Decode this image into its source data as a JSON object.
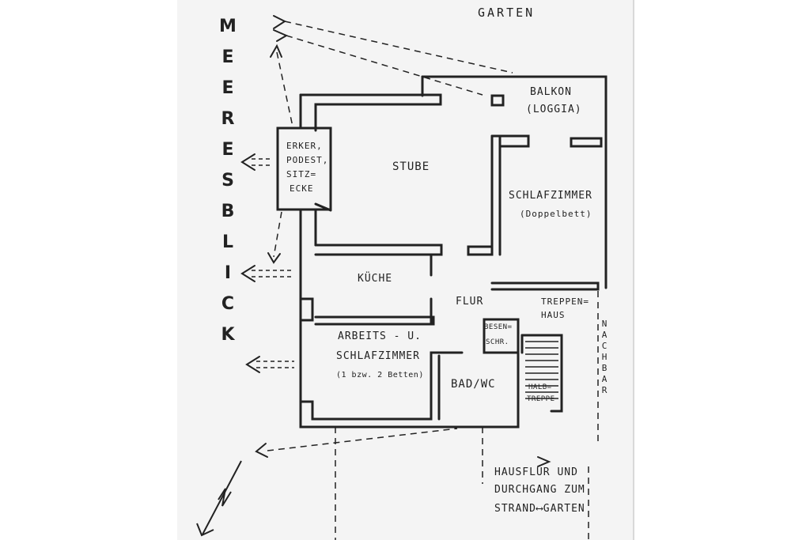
{
  "vertical_label": "MEERESBLICK",
  "garden": "GARTEN",
  "rooms": {
    "balkon": [
      "BALKON",
      "(LOGGIA)"
    ],
    "erker": [
      "ERKER,",
      "PODEST,",
      "SITZ=",
      "ECKE"
    ],
    "stube": "STUBE",
    "schlafzimmer": [
      "SCHLAFZIMMER",
      "(Doppelbett)"
    ],
    "kueche": "KÜCHE",
    "flur": "FLUR",
    "treppenhaus": [
      "TREPPEN=",
      "HAUS"
    ],
    "besen": [
      "BESEN=",
      "SCHR."
    ],
    "arbeits": [
      "ARBEITS - U.",
      "SCHLAFZIMMER",
      "(1 bzw. 2 Betten)"
    ],
    "bad": "BAD/WC",
    "halbtreppe": [
      "HALB=",
      "TREPPE"
    ]
  },
  "nachbar": "NACHBAR",
  "hausflur": [
    "HAUSFLUR UND",
    "DURCHGANG ZUM",
    "STRAND⟷GARTEN"
  ],
  "colors": {
    "ink": "#222222",
    "paper": "#f4f4f4"
  }
}
